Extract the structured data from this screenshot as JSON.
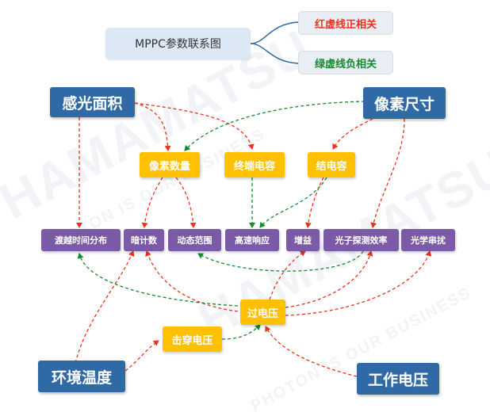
{
  "title": "MPPC参数联系图",
  "legend": {
    "red": "红虚线正相关",
    "green": "绿虚线负相关",
    "red_color": "#e8341c",
    "green_color": "#168a2e"
  },
  "nodes": {
    "area": "感光面积",
    "pixel_size": "像素尺寸",
    "pixel_count": "像素数量",
    "terminal_cap": "终端电容",
    "junction_cap": "结电容",
    "transit_time": "渡越时间分布",
    "dark_count": "暗计数",
    "dynamic_range": "动态范围",
    "fast_response": "高速响应",
    "gain": "增益",
    "pde": "光子探测效率",
    "crosstalk": "光学串扰",
    "overvoltage": "过电压",
    "breakdown": "击穿电压",
    "temperature": "环境温度",
    "operating_voltage": "工作电压"
  },
  "watermark": [
    "HAMAMATSU",
    "PHOTON IS OUR BUSINESS"
  ],
  "colors": {
    "blue": "#2f6aa6",
    "orange": "#ffc000",
    "purple": "#7b5ba6",
    "red": "#e8341c",
    "green": "#168a2e"
  }
}
